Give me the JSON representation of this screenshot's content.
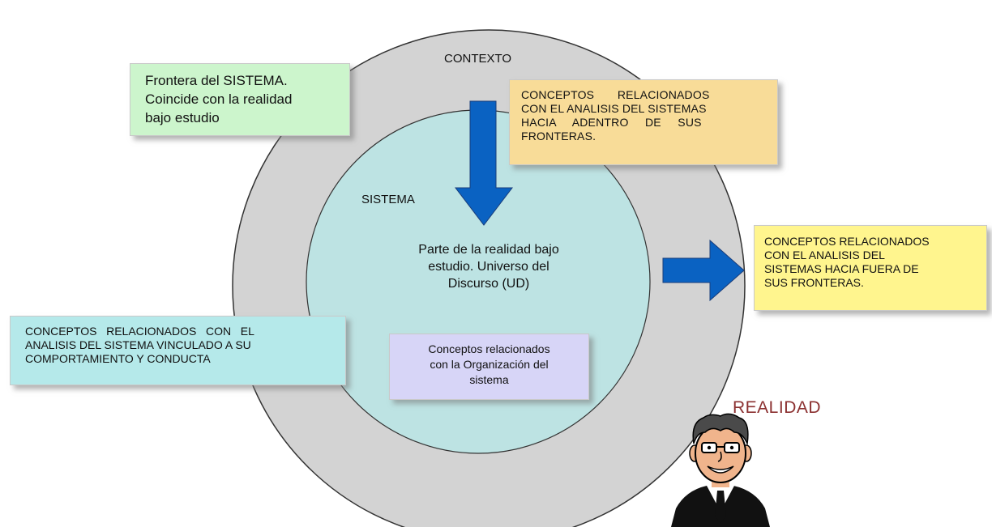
{
  "labels": {
    "contexto": "CONTEXTO",
    "sistema": "SISTEMA",
    "parte_line1": "Parte de la realidad bajo",
    "parte_line2": "estudio. Universo del",
    "parte_line3": "Discurso  (UD)",
    "realidad": "REALIDAD"
  },
  "boxes": {
    "frontera": [
      "Frontera   del SISTEMA.",
      "Coincide con la realidad",
      "bajo estudio"
    ],
    "adentro": [
      "CONCEPTOS       RELACIONADOS",
      "CON EL ANALISIS DEL SISTEMAS",
      "HACIA     ADENTRO     DE     SUS",
      "FRONTERAS."
    ],
    "afuera": [
      "CONCEPTOS RELACIONADOS",
      "CON EL ANALISIS DEL",
      "SISTEMAS HACIA FUERA DE",
      "SUS FRONTERAS."
    ],
    "comportamiento": [
      "CONCEPTOS   RELACIONADOS   CON   EL",
      "ANALISIS DEL SISTEMA VINCULADO A SU",
      "COMPORTAMIENTO Y CONDUCTA"
    ],
    "organizacion": [
      "Conceptos relacionados",
      "con la Organización del",
      "sistema"
    ]
  },
  "colors": {
    "outer_circle": "#d3d3d3",
    "inner_circle": "#bde3e3",
    "arrow": "#0a62c2",
    "frontera_box": "#ccf5cc",
    "adentro_box": "#f8dc98",
    "afuera_box": "#fff58e",
    "comportamiento_box": "#b5e9ea",
    "organizacion_box": "#d7d5f7",
    "realidad_text": "#8b3030"
  },
  "icons": {
    "person": "man-with-glasses-icon"
  }
}
